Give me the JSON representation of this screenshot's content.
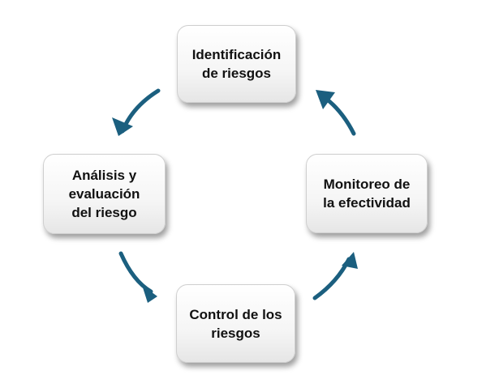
{
  "diagram": {
    "nodes": [
      {
        "id": "top",
        "label": "Identificación\nde riesgos"
      },
      {
        "id": "left",
        "label": "Análisis y\nevaluación\ndel riesgo"
      },
      {
        "id": "bottom",
        "label": "Control de los\nriesgos"
      },
      {
        "id": "right",
        "label": "Monitoreo de\nla efectividad"
      }
    ],
    "edges": [
      {
        "from": "top",
        "to": "left"
      },
      {
        "from": "left",
        "to": "bottom"
      },
      {
        "from": "bottom",
        "to": "right"
      },
      {
        "from": "right",
        "to": "top"
      }
    ],
    "colors": {
      "arrow": "#1b5f7f",
      "box_border": "#cfcfcf",
      "text": "#111111"
    }
  }
}
